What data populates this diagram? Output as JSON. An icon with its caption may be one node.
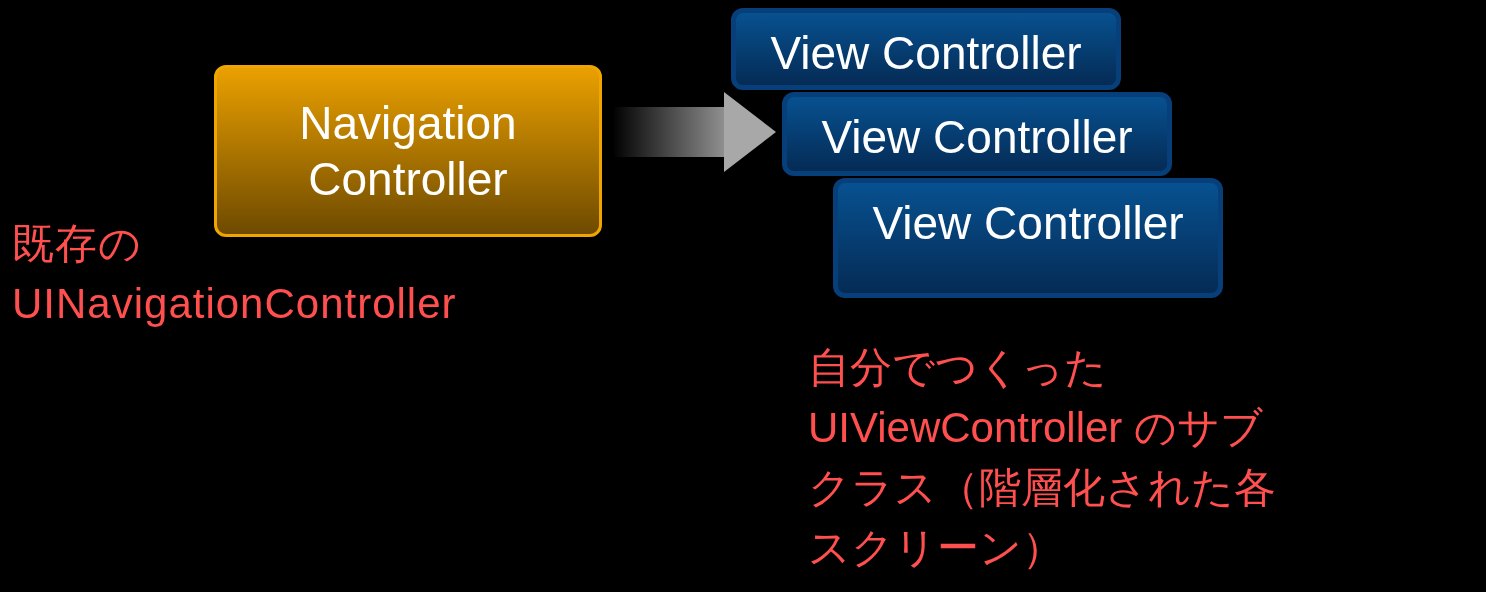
{
  "diagram": {
    "nodes": [
      {
        "text": [
          "Navigation Controller"
        ],
        "beside": [
          "既存のUINavigationController"
        ]
      },
      {
        "text": [
          "View Controller"
        ]
      },
      {
        "text": [
          "View Controller"
        ]
      },
      {
        "text": [
          "View Controller"
        ]
      }
    ],
    "edges": [
      {
        "from": 0,
        "to": 2,
        "arrow": "to"
      }
    ],
    "labels": [
      "自分でつくったUIViewController のサブクラス（階層化された各スクリーン）"
    ]
  }
}
